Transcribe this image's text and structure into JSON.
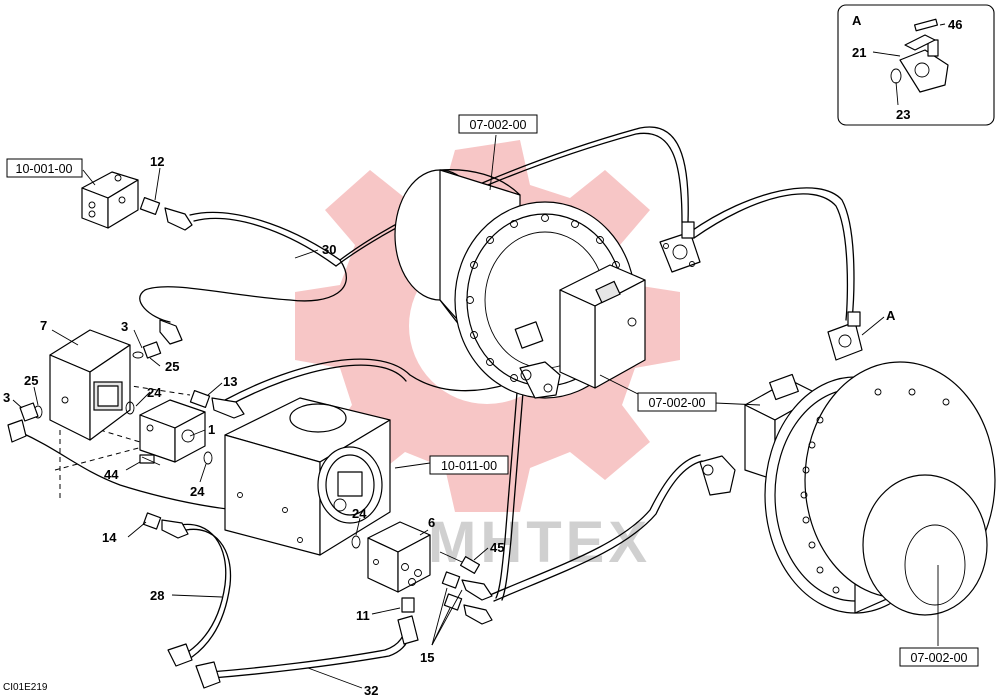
{
  "watermark": {
    "text": "MHTEX"
  },
  "inset": {
    "title": "A",
    "parts": [
      "46",
      "21",
      "23"
    ]
  },
  "refs": [
    "10-001-00",
    "07-002-00",
    "07-002-00",
    "10-011-00",
    "07-002-00"
  ],
  "callouts": {
    "c12": "12",
    "c30": "30",
    "c7": "7",
    "c3a": "3",
    "c25a": "25",
    "c3b": "3",
    "c25b": "25",
    "c24a": "24",
    "c13": "13",
    "c1": "1",
    "c44": "44",
    "c24b": "24",
    "c14": "14",
    "c28": "28",
    "c24c": "24",
    "c6": "6",
    "c45": "45",
    "c11": "11",
    "c15": "15",
    "c32": "32",
    "cA": "A"
  },
  "drawing_code": "CI01E219"
}
